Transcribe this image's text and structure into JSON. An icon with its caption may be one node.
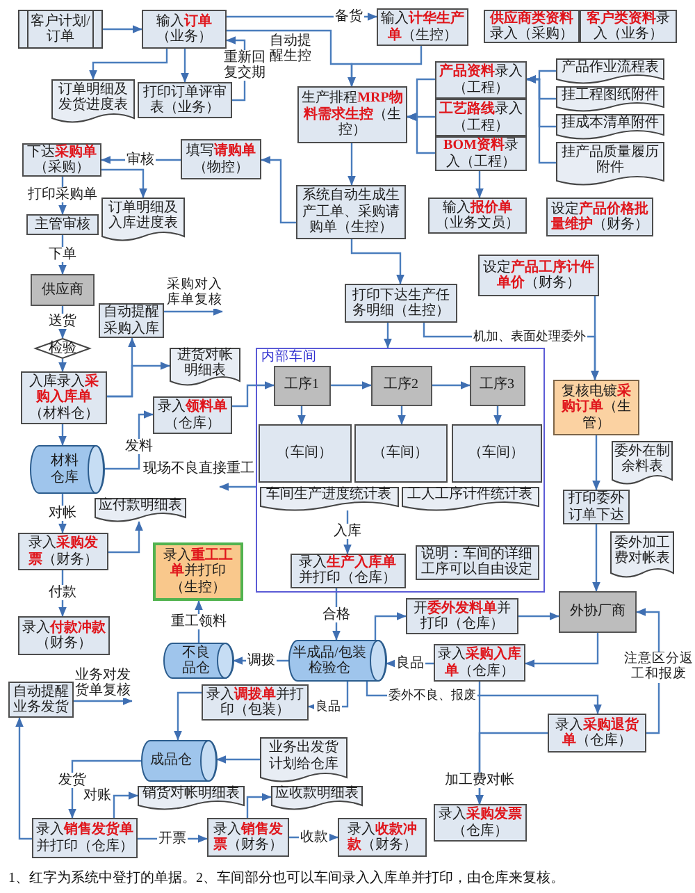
{
  "diagram": {
    "caption": "1、红字为系统中登打的单据。2、车间部分也可以车间录入入库单并打印，由仓库来复核。",
    "nodes": [
      {
        "text": [
          "客户计划/订单"
        ]
      },
      {
        "text": [
          "输入**订单**（业务）"
        ]
      },
      {
        "text": [
          "输入**计华生产单**（生控）"
        ]
      },
      {
        "text": [
          "**供应商类资料**录入（采购）"
        ]
      },
      {
        "text": [
          "**客户类资料**录入（业务）"
        ]
      },
      {
        "text": [
          "订单明细及发货进度表"
        ]
      },
      {
        "text": [
          "打印订单评审表（业务）"
        ]
      },
      {
        "text": [
          "**产品资料**录入（工程）"
        ]
      },
      {
        "text": [
          "产品作业流程表"
        ]
      },
      {
        "text": [
          "生产排程**MRP物料需求生控**（生控）"
        ]
      },
      {
        "text": [
          "**工艺路线**录入（工程）"
        ]
      },
      {
        "text": [
          "挂工程图纸附件"
        ]
      },
      {
        "text": [
          "挂成本清单附件"
        ]
      },
      {
        "text": [
          "**BOM资料**录入（工程）"
        ]
      },
      {
        "text": [
          "挂产品质量履历附件"
        ]
      },
      {
        "text": [
          "下达**采购单**（采购）"
        ]
      },
      {
        "text": [
          "填写**请购单**（物控）"
        ]
      },
      {
        "text": [
          "系统自动生成生产工单、采购请购单（生控）"
        ]
      },
      {
        "text": [
          "输入**报价单**（业务文员）"
        ]
      },
      {
        "text": [
          "设定**产品价格批量维护**（财务）"
        ]
      },
      {
        "text": [
          "订单明细及入库进度表"
        ]
      },
      {
        "text": [
          "主管审核"
        ]
      },
      {
        "text": [
          "设定**产品工序计件单价**（财务）"
        ]
      },
      {
        "text": [
          "供应商"
        ]
      },
      {
        "text": [
          "打印下达生产任务明细（生控）"
        ]
      },
      {
        "text": [
          "自动提醒采购入库"
        ]
      },
      {
        "text": [
          "进货对帐明细表"
        ]
      },
      {
        "text": [
          "检验"
        ]
      },
      {
        "text": [
          "内部车间"
        ]
      },
      {
        "text": [
          "工序1"
        ],
        "in": 28
      },
      {
        "text": [
          "工序2"
        ],
        "in": 28
      },
      {
        "text": [
          "工序3"
        ],
        "in": 28
      },
      {
        "text": [
          "入库录入**采购入库单**（材料仓）"
        ]
      },
      {
        "text": [
          "录入**领料单**（仓库）"
        ]
      },
      {
        "text": [
          "复核电镀**采购订单**（生管）"
        ]
      },
      {
        "text": [
          "（车间）"
        ],
        "in": 28
      },
      {
        "text": [
          "（车间）"
        ],
        "in": 28
      },
      {
        "text": [
          "（车间）"
        ],
        "in": 28
      },
      {
        "text": [
          "材料仓库"
        ]
      },
      {
        "text": [
          "委外在制余料表"
        ]
      },
      {
        "text": [
          "车间生产进度统计表"
        ],
        "in": 28
      },
      {
        "text": [
          "工人工序计件统计表"
        ],
        "in": 28
      },
      {
        "text": [
          "打印委外订单下达"
        ]
      },
      {
        "text": [
          "应付款明细表"
        ]
      },
      {
        "text": [
          "录入**采购发票**（财务）"
        ]
      },
      {
        "text": [
          "录入**重工工单**并打印（生控）"
        ]
      },
      {
        "text": [
          "说明：车间的详细工序可以自由设定"
        ],
        "in": 28
      },
      {
        "text": [
          "录入**生产入库单**并打印（仓库）"
        ],
        "in": 28
      },
      {
        "text": [
          "委外加工费对帐表"
        ]
      },
      {
        "text": [
          "开**委外发料单**并打印（仓库）"
        ]
      },
      {
        "text": [
          "外协厂商"
        ]
      },
      {
        "text": [
          "录入**付款冲款**（财务）"
        ]
      },
      {
        "text": [
          "不良品仓"
        ]
      },
      {
        "text": [
          "半成品/包装检验仓"
        ]
      },
      {
        "text": [
          "录入**采购入库单**（仓库）"
        ]
      },
      {
        "text": [
          "自动提醒业务发货"
        ]
      },
      {
        "text": [
          "录入**调拨单**并打印（包装）"
        ]
      },
      {
        "text": [
          "录入**采购退货单**（仓库）"
        ]
      },
      {
        "text": [
          "成品仓"
        ]
      },
      {
        "text": [
          "业务出发货计划给仓库"
        ]
      },
      {
        "text": [
          "销货对帐明细表"
        ]
      },
      {
        "text": [
          "应收款明细表"
        ]
      },
      {
        "text": [
          "录入**采购发票**（仓库）"
        ]
      },
      {
        "text": [
          "录入**销售发货单**并打印（仓库）"
        ]
      },
      {
        "text": [
          "录入**销售发票**（财务）"
        ]
      },
      {
        "text": [
          "录入**收款冲款**（财务）"
        ]
      }
    ],
    "edges": [
      {
        "from": 0,
        "to": 1,
        "arrow": "to"
      },
      {
        "from": 1,
        "to": 5,
        "arrow": "to"
      },
      {
        "from": 1,
        "to": 6,
        "arrow": "to"
      },
      {
        "from": 6,
        "to": 1,
        "arrow": "to",
        "label": "重新回复交期"
      },
      {
        "from": 1,
        "to": 2,
        "arrow": "to",
        "label": "备货"
      },
      {
        "from": 1,
        "to": 9,
        "arrow": "to",
        "label": "自动提醒生控"
      },
      {
        "from": 2,
        "to": 9,
        "arrow": "to"
      },
      {
        "from": 7,
        "to": 9,
        "arrow": "to"
      },
      {
        "from": 10,
        "to": 9,
        "arrow": "to"
      },
      {
        "from": 13,
        "to": 9,
        "arrow": "to"
      },
      {
        "from": 8,
        "to": 7,
        "arrow": "to"
      },
      {
        "from": 11,
        "to": 7,
        "arrow": "to"
      },
      {
        "from": 12,
        "to": 7,
        "arrow": "to"
      },
      {
        "from": 14,
        "to": 7,
        "arrow": "to"
      },
      {
        "from": 13,
        "to": 18,
        "arrow": "to"
      },
      {
        "from": 9,
        "to": 17,
        "arrow": "to"
      },
      {
        "from": 17,
        "to": 16,
        "arrow": "to"
      },
      {
        "from": 16,
        "to": 15,
        "arrow": "to",
        "label": "审核"
      },
      {
        "from": 15,
        "to": 20,
        "arrow": "to"
      },
      {
        "from": 15,
        "to": 21,
        "arrow": "to",
        "label": "打印采购单"
      },
      {
        "from": 21,
        "to": 23,
        "arrow": "to",
        "label": "下单"
      },
      {
        "from": 17,
        "to": 24,
        "arrow": "to"
      },
      {
        "from": 23,
        "to": 27,
        "arrow": "to",
        "label": "送货"
      },
      {
        "from": 27,
        "to": 32,
        "arrow": "to"
      },
      {
        "from": 32,
        "to": 25,
        "arrow": "to"
      },
      {
        "from": 32,
        "to": 26,
        "arrow": "to"
      },
      {
        "from": 25,
        "to": null,
        "arrow": "to",
        "label": "采购对入库单复核"
      },
      {
        "from": 24,
        "to": 28,
        "arrow": "to"
      },
      {
        "from": 24,
        "to": 34,
        "arrow": "to",
        "label": "机加、表面处理委外"
      },
      {
        "from": 22,
        "to": 34,
        "arrow": "to"
      },
      {
        "from": 32,
        "to": 38,
        "arrow": "to"
      },
      {
        "from": 38,
        "to": 33,
        "arrow": "to",
        "label": "发料"
      },
      {
        "from": 33,
        "to": 29,
        "arrow": "to"
      },
      {
        "from": 29,
        "to": 30,
        "arrow": "to"
      },
      {
        "from": 30,
        "to": 31,
        "arrow": "to"
      },
      {
        "from": 29,
        "to": 35,
        "arrow": "to"
      },
      {
        "from": 30,
        "to": 36,
        "arrow": "to"
      },
      {
        "from": 31,
        "to": 37,
        "arrow": "to"
      },
      {
        "from": 34,
        "to": 42,
        "arrow": "to"
      },
      {
        "from": 42,
        "to": 50,
        "arrow": "to"
      },
      {
        "from": 38,
        "to": 44,
        "arrow": "to",
        "label": "对帐"
      },
      {
        "from": 44,
        "to": 43,
        "arrow": "to"
      },
      {
        "from": 28,
        "to": null,
        "arrow": "to",
        "label": "现场不良直接重工"
      },
      {
        "from": 40,
        "to": 47,
        "arrow": "to",
        "label": "入库"
      },
      {
        "from": 44,
        "to": 51,
        "arrow": "to",
        "label": "付款"
      },
      {
        "from": 52,
        "to": 45,
        "arrow": "to",
        "label": "重工领料"
      },
      {
        "from": 47,
        "to": 53,
        "arrow": "to",
        "label": "合格"
      },
      {
        "from": 53,
        "to": 52,
        "arrow": "to",
        "label": "调拨"
      },
      {
        "from": 53,
        "to": 49,
        "arrow": "to"
      },
      {
        "from": 49,
        "to": 50,
        "arrow": "to"
      },
      {
        "from": 50,
        "to": 54,
        "arrow": "to"
      },
      {
        "from": 54,
        "to": 53,
        "arrow": "to",
        "label": "良品"
      },
      {
        "from": 53,
        "to": 56,
        "arrow": "to",
        "label": "良品"
      },
      {
        "from": 53,
        "to": 57,
        "arrow": "to",
        "label": "委外不良、报废"
      },
      {
        "from": 57,
        "to": 50,
        "arrow": "to",
        "label": "注意区分返工和报废"
      },
      {
        "from": 54,
        "to": 62,
        "arrow": "to",
        "label": "加工费对帐"
      },
      {
        "from": 57,
        "to": 62,
        "arrow": "to"
      },
      {
        "from": 55,
        "to": null,
        "arrow": "to",
        "label": "业务对发货单复核"
      },
      {
        "from": 56,
        "to": 58,
        "arrow": "to"
      },
      {
        "from": 59,
        "to": 58,
        "arrow": "to"
      },
      {
        "from": 58,
        "to": 63,
        "arrow": "to",
        "label": "发货"
      },
      {
        "from": 63,
        "to": 55,
        "arrow": "to"
      },
      {
        "from": 63,
        "to": 60,
        "arrow": "to",
        "label": "对账"
      },
      {
        "from": 63,
        "to": 64,
        "arrow": "to",
        "label": "开票"
      },
      {
        "from": 64,
        "to": 61,
        "arrow": "to"
      },
      {
        "from": 64,
        "to": 65,
        "arrow": "to",
        "label": "收款"
      }
    ]
  }
}
